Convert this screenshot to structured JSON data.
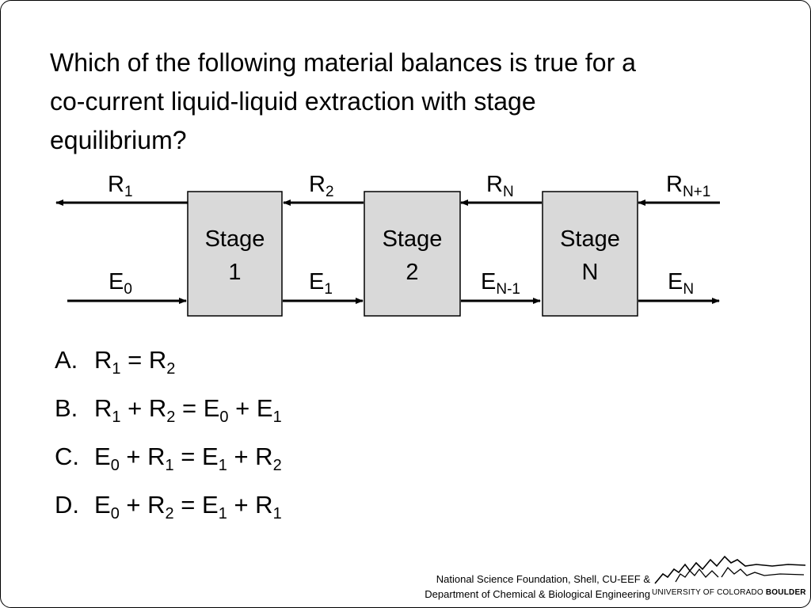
{
  "question": {
    "line1": "Which of the following material balances is true for a",
    "line2": "co-current liquid-liquid extraction with stage",
    "line3": "equilibrium?"
  },
  "diagram": {
    "stages": [
      {
        "line1": "Stage",
        "line2": "1"
      },
      {
        "line1": "Stage",
        "line2": "2"
      },
      {
        "line1": "Stage",
        "line2": "N"
      }
    ],
    "raffinate_labels": [
      {
        "base": "R",
        "sub": "1"
      },
      {
        "base": "R",
        "sub": "2"
      },
      {
        "base": "R",
        "sub": "N"
      },
      {
        "base": "R",
        "sub": "N+1"
      }
    ],
    "extract_labels": [
      {
        "base": "E",
        "sub": "0"
      },
      {
        "base": "E",
        "sub": "1"
      },
      {
        "base": "E",
        "sub": "N-1"
      },
      {
        "base": "E",
        "sub": "N"
      }
    ]
  },
  "options": [
    {
      "letter": "A.",
      "terms": [
        {
          "base": "R",
          "sub": "1"
        },
        {
          "op": " = "
        },
        {
          "base": "R",
          "sub": "2"
        }
      ]
    },
    {
      "letter": "B.",
      "terms": [
        {
          "base": "R",
          "sub": "1"
        },
        {
          "op": " + "
        },
        {
          "base": "R",
          "sub": "2"
        },
        {
          "op": " = "
        },
        {
          "base": "E",
          "sub": "0"
        },
        {
          "op": " + "
        },
        {
          "base": "E",
          "sub": "1"
        }
      ]
    },
    {
      "letter": "C.",
      "terms": [
        {
          "base": "E",
          "sub": "0"
        },
        {
          "op": " + "
        },
        {
          "base": "R",
          "sub": "1"
        },
        {
          "op": " = "
        },
        {
          "base": "E",
          "sub": "1"
        },
        {
          "op": " + "
        },
        {
          "base": "R",
          "sub": "2"
        }
      ]
    },
    {
      "letter": "D.",
      "terms": [
        {
          "base": "E",
          "sub": "0"
        },
        {
          "op": " + "
        },
        {
          "base": "R",
          "sub": "2"
        },
        {
          "op": " = "
        },
        {
          "base": "E",
          "sub": "1"
        },
        {
          "op": " + "
        },
        {
          "base": "R",
          "sub": "1"
        }
      ]
    }
  ],
  "footer": {
    "line1": "National Science Foundation, Shell, CU-EEF &",
    "line2": "Department of Chemical & Biological Engineering",
    "university_prefix": "UNIVERSITY OF COLORADO ",
    "university_city": "BOULDER"
  },
  "colors": {
    "stage_fill": "#d9d9d9",
    "stroke": "#000000"
  }
}
